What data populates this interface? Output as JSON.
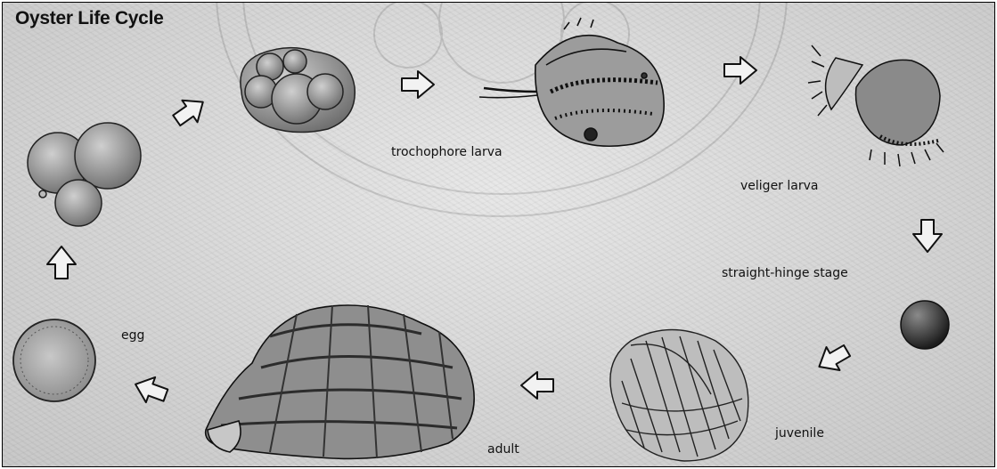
{
  "diagram": {
    "title": "Oyster Life Cycle",
    "stages": {
      "egg": "egg",
      "trochophore": "trochophore larva",
      "veliger": "veliger larva",
      "straight_hinge": "straight-hinge stage",
      "juvenile": "juvenile",
      "adult": "adult"
    }
  }
}
